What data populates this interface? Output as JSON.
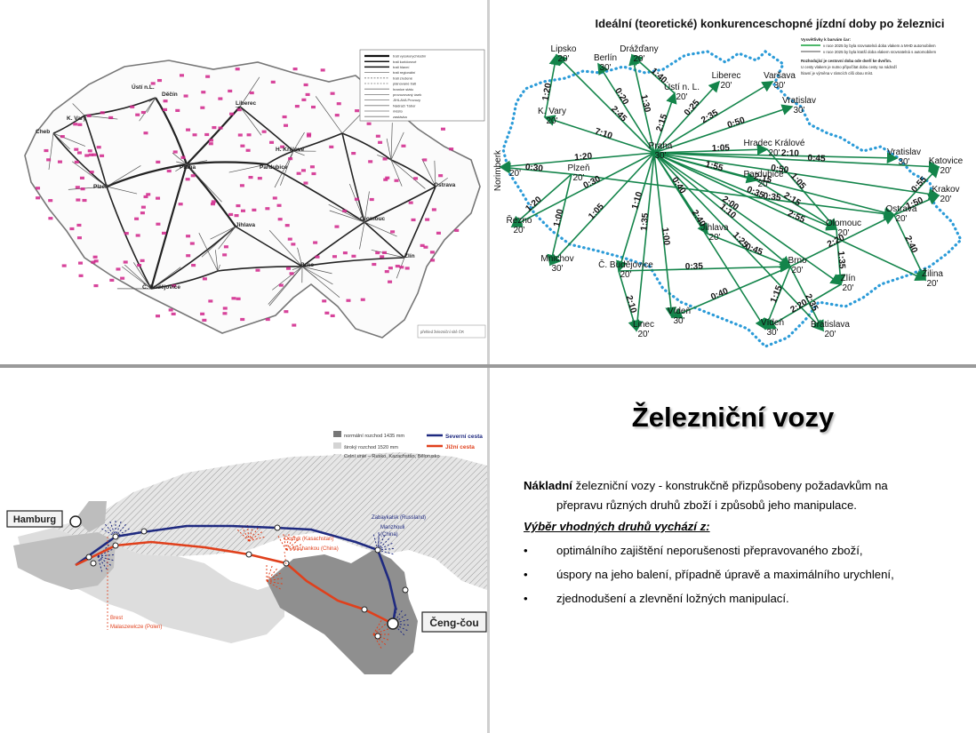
{
  "rail_map": {
    "cities": [
      "Děčín",
      "Liberec",
      "Praha",
      "Plzeň",
      "Cheb",
      "Č. Budějovice",
      "Brno",
      "Ostrava",
      "Olomouc",
      "Pardubice",
      "H. Králové",
      "Jihlava",
      "Zlín",
      "Ústí n.L.",
      "K. Vary"
    ],
    "legend": [
      "trati vysokorychlostní",
      "trati koridorové",
      "trati hlavní",
      "trati regionální",
      "trati zrušené",
      "plánované trati",
      "hranice státu",
      "provozovaný úsek",
      "JIHLAVA Provozy",
      "Nádraží Tábor",
      "město",
      "zastávka"
    ],
    "footnote": "přehled železniční sítě ČR"
  },
  "travel_times": {
    "title": "Ideální (teoretické) konkurenceschopné jízdní doby po železnici",
    "legend_lines": [
      "v roce 2025 by byla srovnatelná doba vlakem a MHD automobilem",
      "v roce 2025 by byla kratší doba vlakem srovnatelná s automobilem"
    ],
    "legend_head": "Vysvětlivky k barvám čar:",
    "legend_note_head": "Rozhodující je cestovní doba ode dveří ke dveřím.",
    "legend_note": "U cesty vlakem je nutno připočítat dobu cesty na nádraží",
    "legend_note2": "hlavní je výměna v rámcích cílů obou míst.",
    "hub": {
      "name": "Praha",
      "wait": "30'"
    },
    "destinations": [
      {
        "name": "Lipsko",
        "wait": "20'"
      },
      {
        "name": "Drážďany",
        "wait": "20'"
      },
      {
        "name": "Berlín",
        "wait": "30'"
      },
      {
        "name": "Ústí n. L.",
        "wait": "20'"
      },
      {
        "name": "Liberec",
        "wait": "20'"
      },
      {
        "name": "Varšava",
        "wait": "30'"
      },
      {
        "name": "Vratislav",
        "wait": "30'"
      },
      {
        "name": "K. Vary",
        "wait": "20'"
      },
      {
        "name": "Hradec Králové",
        "wait": "20'"
      },
      {
        "name": "Norimberk",
        "wait": "20'"
      },
      {
        "name": "Plzeň",
        "wait": "20'"
      },
      {
        "name": "Pardubice",
        "wait": "20'"
      },
      {
        "name": "Ostrava",
        "wait": "20'"
      },
      {
        "name": "Katovice",
        "wait": "20'"
      },
      {
        "name": "Krakov",
        "wait": "20'"
      },
      {
        "name": "Vratislav",
        "wait": "30'"
      },
      {
        "name": "Řezno",
        "wait": "20'"
      },
      {
        "name": "Olomouc",
        "wait": "20'"
      },
      {
        "name": "Jihlava",
        "wait": "20'"
      },
      {
        "name": "Mnichov",
        "wait": "30'"
      },
      {
        "name": "Č. Budějovice",
        "wait": "20'"
      },
      {
        "name": "Brno",
        "wait": "20'"
      },
      {
        "name": "Zlín",
        "wait": "20'"
      },
      {
        "name": "Žilina",
        "wait": "20'"
      },
      {
        "name": "Linec",
        "wait": "20'"
      },
      {
        "name": "Vídeň",
        "wait": "30'"
      },
      {
        "name": "Vídeň",
        "wait": "30'"
      },
      {
        "name": "Bratislava",
        "wait": "20'"
      }
    ],
    "times": [
      "2:45",
      "1:30",
      "0:20",
      "2:15",
      "0:25",
      "2:35",
      "0:50",
      "7:10",
      "1:05",
      "1:20",
      "1:55",
      "2:15",
      "0:45",
      "0:50",
      "2:10",
      "0:30",
      "0:35",
      "0:40",
      "1:05",
      "1:10",
      "1:10",
      "2:00",
      "2:55",
      "1:35",
      "1:00",
      "2:40",
      "1:25",
      "0:35",
      "1:00",
      "1:20",
      "1:50",
      "0:55",
      "2:40",
      "0:40",
      "1:15",
      "2:35",
      "2:20",
      "2:10",
      "0:35",
      "1:35",
      "2:15",
      "0:45",
      "1:05",
      "2:20",
      "1:40",
      "0:30",
      "1:20",
      "0:20",
      "2:25",
      "0:40",
      "1:10",
      "2:20"
    ]
  },
  "silk_map": {
    "legend": [
      "normální rozchod 1435 mm",
      "široký rozchod 1520 mm",
      "Celní unie – Rusko, Kazachstán, Bělorusko"
    ],
    "routes": [
      {
        "name": "Severní cesta",
        "color": "#1f2a80"
      },
      {
        "name": "Jižní cesta",
        "color": "#e0401c"
      }
    ],
    "labels": {
      "hamburg": "Hamburg",
      "zabaykalsk": "Zabaykalsk (Russland)",
      "manzhouli": "Manzhouli",
      "manzhouli2": "(China)",
      "dostyk": "Dostyk (Kasachstan)",
      "alashankou": "Alashankou (China)",
      "brest": "Brest",
      "malaszewicze": "Malaszewicze (Polen)",
      "zhengzhou": "Čeng-čou"
    }
  },
  "slide": {
    "title": "Železniční vozy",
    "intro_bold": "Nákladní",
    "intro_rest": " železniční vozy - konstrukčně přizpůsobeny požadavkům na",
    "intro_line2": "přepravu různých druhů zboží i způsobů jeho manipulace.",
    "subheading": "Výběr vhodných druhů vychází z:",
    "bullet_char": "•",
    "bullets": [
      "optimálního zajištění neporušenosti přepravovaného zboží,",
      "úspory na jeho balení, případně úpravě a maximálního urychlení,",
      "zjednodušení a zlevnění ložných manipulací."
    ]
  }
}
